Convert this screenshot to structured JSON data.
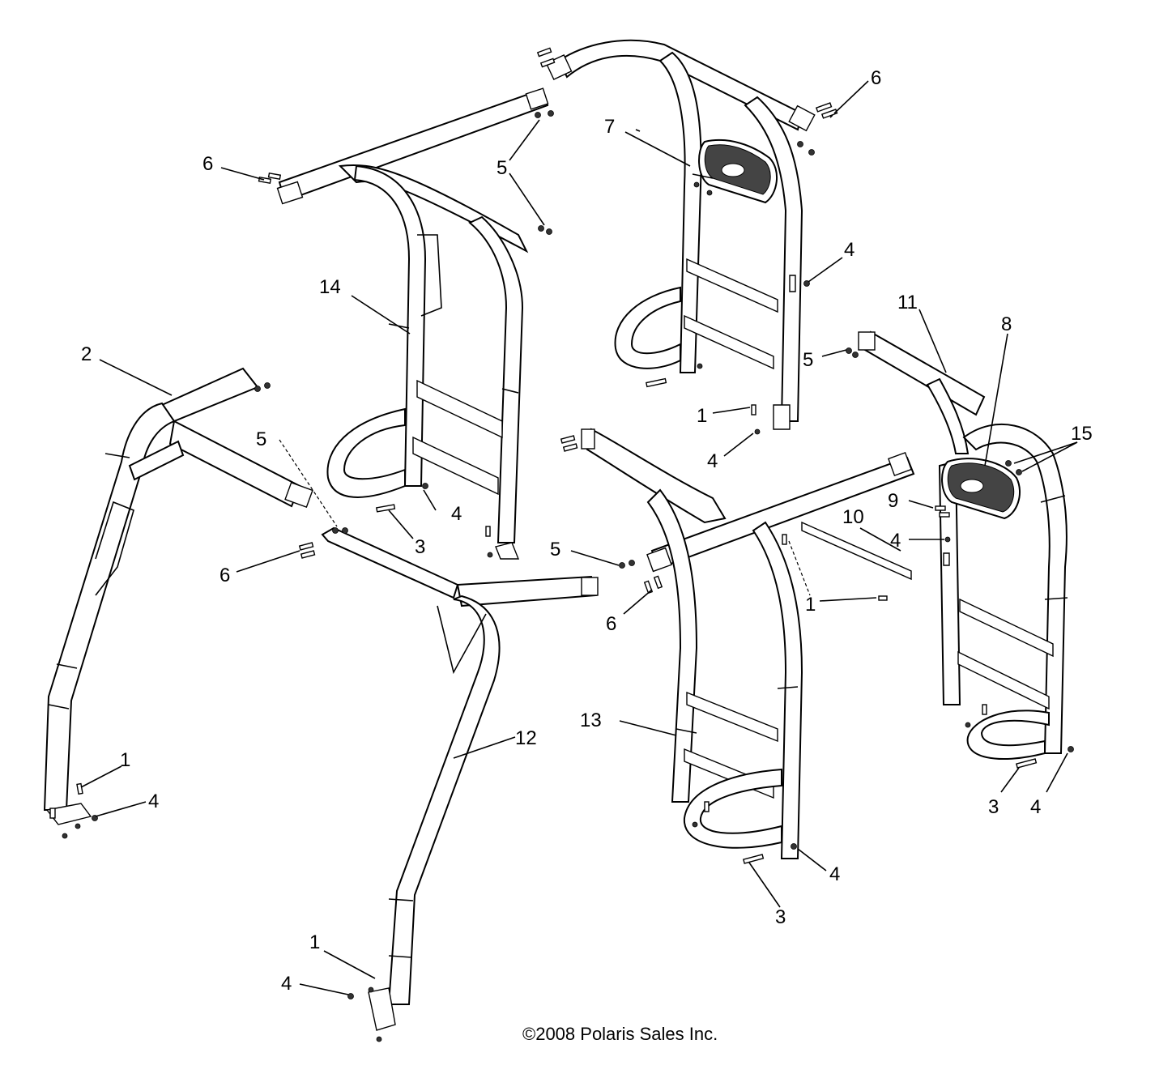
{
  "copyright": "©2008 Polaris Sales Inc.",
  "callouts": [
    {
      "id": "c1a",
      "label": "1"
    },
    {
      "id": "c1b",
      "label": "1"
    },
    {
      "id": "c1c",
      "label": "1"
    },
    {
      "id": "c1d",
      "label": "1"
    },
    {
      "id": "c2",
      "label": "2"
    },
    {
      "id": "c3a",
      "label": "3"
    },
    {
      "id": "c3b",
      "label": "3"
    },
    {
      "id": "c3c",
      "label": "3"
    },
    {
      "id": "c4a",
      "label": "4"
    },
    {
      "id": "c4b",
      "label": "4"
    },
    {
      "id": "c4c",
      "label": "4"
    },
    {
      "id": "c4d",
      "label": "4"
    },
    {
      "id": "c4e",
      "label": "4"
    },
    {
      "id": "c4f",
      "label": "4"
    },
    {
      "id": "c4g",
      "label": "4"
    },
    {
      "id": "c4h",
      "label": "4"
    },
    {
      "id": "c5a",
      "label": "5"
    },
    {
      "id": "c5b",
      "label": "5"
    },
    {
      "id": "c5c",
      "label": "5"
    },
    {
      "id": "c5d",
      "label": "5"
    },
    {
      "id": "c6a",
      "label": "6"
    },
    {
      "id": "c6b",
      "label": "6"
    },
    {
      "id": "c6c",
      "label": "6"
    },
    {
      "id": "c6d",
      "label": "6"
    },
    {
      "id": "c7",
      "label": "7"
    },
    {
      "id": "c8",
      "label": "8"
    },
    {
      "id": "c9",
      "label": "9"
    },
    {
      "id": "c10",
      "label": "10"
    },
    {
      "id": "c11",
      "label": "11"
    },
    {
      "id": "c12",
      "label": "12"
    },
    {
      "id": "c13",
      "label": "13"
    },
    {
      "id": "c14",
      "label": "14"
    },
    {
      "id": "c15",
      "label": "15"
    }
  ]
}
